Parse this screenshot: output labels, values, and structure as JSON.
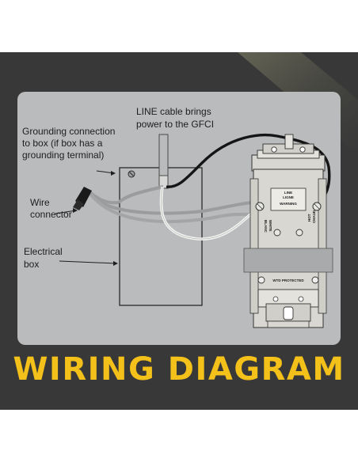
{
  "labels": {
    "line_cable_1": "LINE cable brings",
    "line_cable_2": "power to the GFCI",
    "grounding_1": "Grounding connection",
    "grounding_2": "to box (if box has a",
    "grounding_3": "grounding terminal)",
    "wire_connector_1": "Wire",
    "wire_connector_2": "connector",
    "electrical_box_1": "Electrical",
    "electrical_box_2": "box"
  },
  "outlet_text": {
    "line": "LINE",
    "ligne": "LIGNE",
    "warning": "WARNING",
    "white": "WHITE",
    "blanc": "BLANC",
    "hot": "HOT",
    "chaud": "CHAUD",
    "protected": "WTD PROTECTED"
  },
  "title": "WIRING DIAGRAM",
  "colors": {
    "background": "#383838",
    "panel": "#b9bbbc",
    "accent": "#f4c01a"
  }
}
